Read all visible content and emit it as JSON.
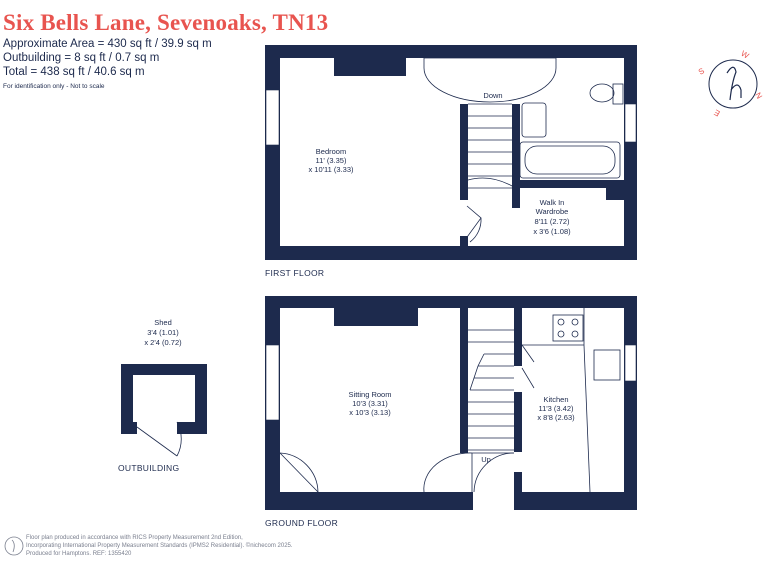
{
  "header": {
    "title": "Six Bells Lane, Sevenoaks, TN13",
    "approx_area": "Approximate Area = 430 sq ft / 39.9 sq m",
    "outbuilding": "Outbuilding = 8 sq ft / 0.7 sq m",
    "total": "Total = 438 sq ft / 40.6 sq m",
    "note": "For identification only - Not to scale"
  },
  "compass": {
    "letters": [
      "S",
      "W",
      "N",
      "E"
    ],
    "logo_letter": "h"
  },
  "first_floor": {
    "label": "FIRST FLOOR",
    "bedroom": {
      "name": "Bedroom",
      "dim1": "11' (3.35)",
      "dim2": "x 10'11 (3.33)"
    },
    "down": "Down",
    "wardrobe": {
      "name1": "Walk In",
      "name2": "Wardrobe",
      "dim1": "8'11 (2.72)",
      "dim2": "x 3'6 (1.08)"
    }
  },
  "ground_floor": {
    "label": "GROUND FLOOR",
    "sitting_room": {
      "name": "Sitting Room",
      "dim1": "10'3 (3.31)",
      "dim2": "x 10'3 (3.13)"
    },
    "up": "Up",
    "kitchen": {
      "name": "Kitchen",
      "dim1": "11'3 (3.42)",
      "dim2": "x 8'8 (2.63)"
    }
  },
  "outbuilding": {
    "label": "OUTBUILDING",
    "shed": {
      "name": "Shed",
      "dim1": "3'4 (1.01)",
      "dim2": "x 2'4 (0.72)"
    }
  },
  "footer": {
    "line1": "Floor plan produced in accordance with RICS Property Measurement 2nd Edition,",
    "line2": "Incorporating International Property Measurement Standards (IPMS2 Residential).",
    "brand": "©nichecom 2025.",
    "line3": "Produced for Hamptons.   REF: 1355420"
  },
  "colors": {
    "wall": "#1d2a4d",
    "title": "#e8544f",
    "footer": "#7a7f8e"
  }
}
